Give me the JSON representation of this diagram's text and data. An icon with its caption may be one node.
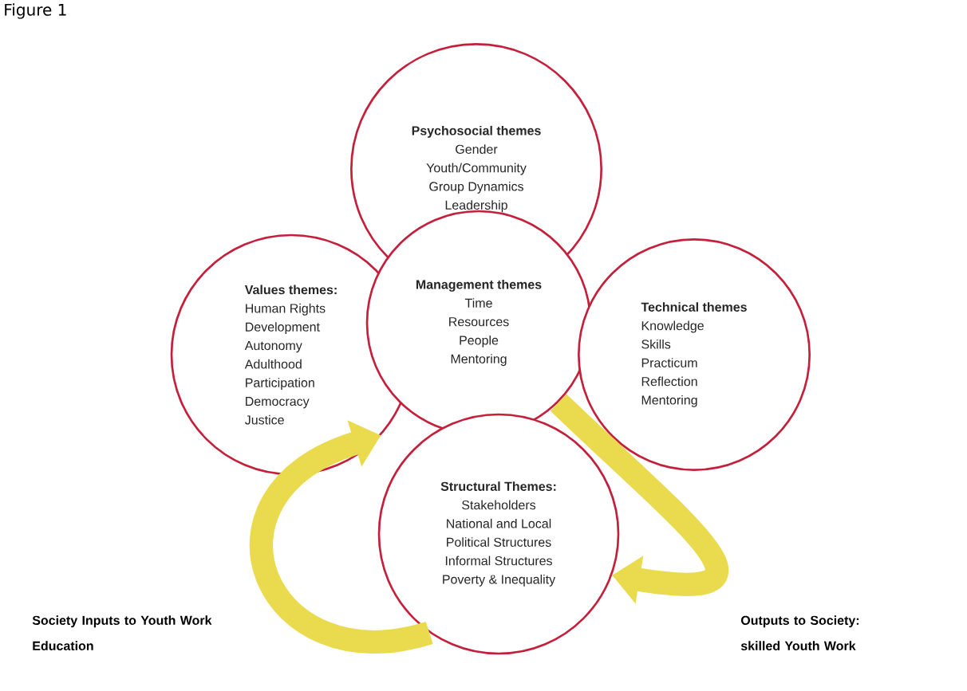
{
  "diagram": {
    "title": "Figure 1",
    "nodes": [
      {
        "text": [
          "Psychosocial themes",
          "Gender",
          "Youth/Community",
          "Group Dynamics",
          "Leadership"
        ]
      },
      {
        "text": [
          "Values themes:",
          "Human Rights",
          "Development",
          "Autonomy",
          "Adulthood",
          "Participation",
          "Democracy",
          "Justice"
        ]
      },
      {
        "text": [
          "Management themes",
          "Time",
          "Resources",
          "People",
          "Mentoring"
        ]
      },
      {
        "text": [
          "Technical themes",
          "Knowledge",
          "Skills",
          "Practicum",
          "Reflection",
          "Mentoring"
        ]
      },
      {
        "text": [
          "Structural Themes:",
          "Stakeholders",
          "National and Local",
          "Political Structures",
          "Informal Structures",
          "Poverty & Inequality"
        ]
      }
    ],
    "edges": [
      {
        "from": 4,
        "to": 1,
        "arrow": "to"
      },
      {
        "from": 2,
        "to": 4,
        "arrow": "to"
      }
    ],
    "labels": [
      "Society Inputs to Youth Work Education",
      "Outputs to Society: skilled Youth Work"
    ]
  }
}
